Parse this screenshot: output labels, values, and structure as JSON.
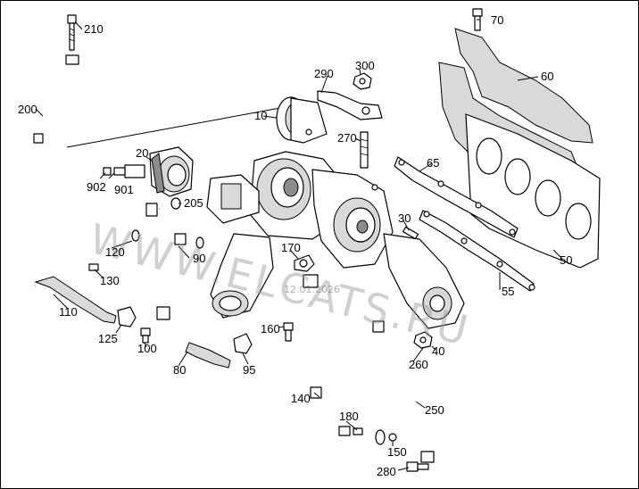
{
  "watermark": {
    "text": "WWW.ELCATS.RU",
    "date": "12.01.2026"
  },
  "callouts": {
    "c10": "10",
    "c20": "20",
    "c30": "30",
    "c40": "40",
    "c50": "50",
    "c55": "55",
    "c60": "60",
    "c65": "65",
    "c70": "70",
    "c80": "80",
    "c90": "90",
    "c95": "95",
    "c100": "100",
    "c110": "110",
    "c120": "120",
    "c125": "125",
    "c130": "130",
    "c140": "140",
    "c150": "150",
    "c160": "160",
    "c170": "170",
    "c180": "180",
    "c200": "200",
    "c205": "205",
    "c210": "210",
    "c250": "250",
    "c260": "260",
    "c270": "270",
    "c280": "280",
    "c290": "290",
    "c300": "300",
    "c901": "901",
    "c902": "902"
  }
}
